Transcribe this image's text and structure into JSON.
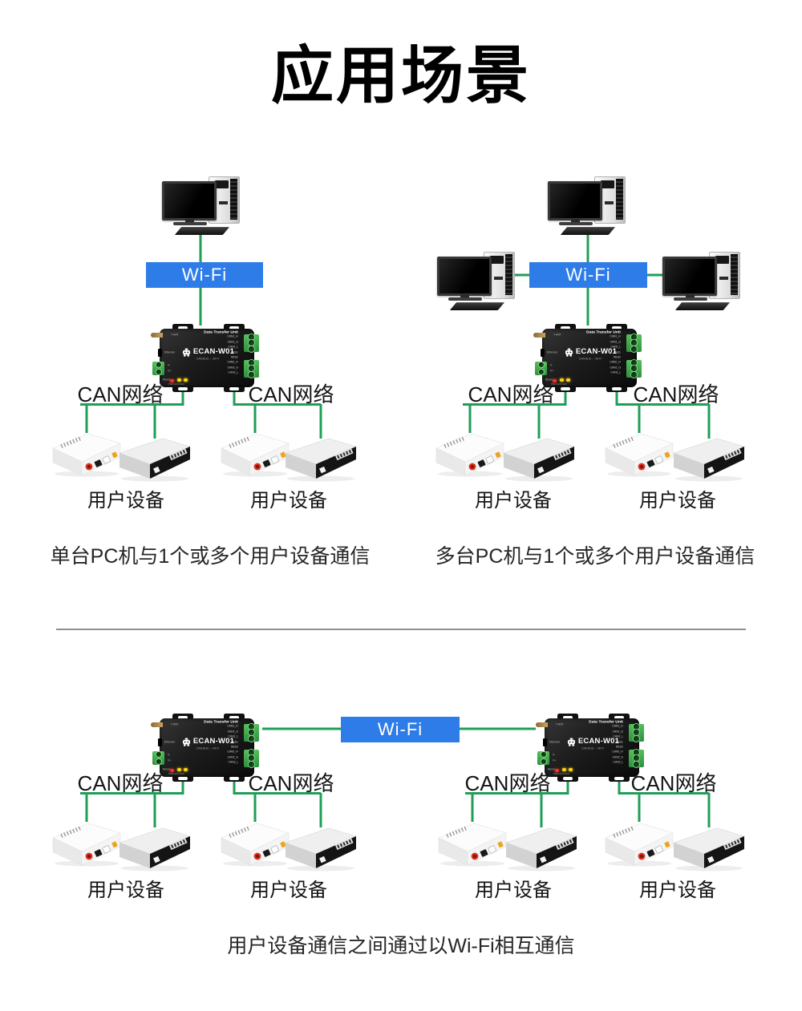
{
  "title": "应用场景",
  "labels": {
    "wifi": "Wi-Fi",
    "can_network": "CAN网络",
    "user_device": "用户设备"
  },
  "device": {
    "header": "Data Transfer Unit",
    "model": "ECAN-W01",
    "subtitle": "CAN-BUS ↔ Wi-Fi",
    "antenna_label": "T-ANT",
    "left_labels": {
      "ethernet": "Ethernet",
      "v_minus": "V-",
      "v_plus": "V+",
      "reset": "Reset"
    },
    "led_labels": "PWR CAN1 CAN2",
    "pins": [
      "CAN1_H",
      "CAN1_G",
      "CAN1_L",
      "RES1",
      "RES2",
      "CAN2_H",
      "CAN2_G",
      "CAN2_L"
    ]
  },
  "captions": {
    "scenario1": "单台PC机与1个或多个用户设备通信",
    "scenario2": "多台PC机与1个或多个用户设备通信",
    "scenario3": "用户设备通信之间通过以Wi-Fi相互通信"
  },
  "colors": {
    "line_green": "#1f9e58",
    "wifi_blue": "#2e7ce8",
    "device_black": "#161616",
    "terminal_green": "#3fae4e"
  }
}
